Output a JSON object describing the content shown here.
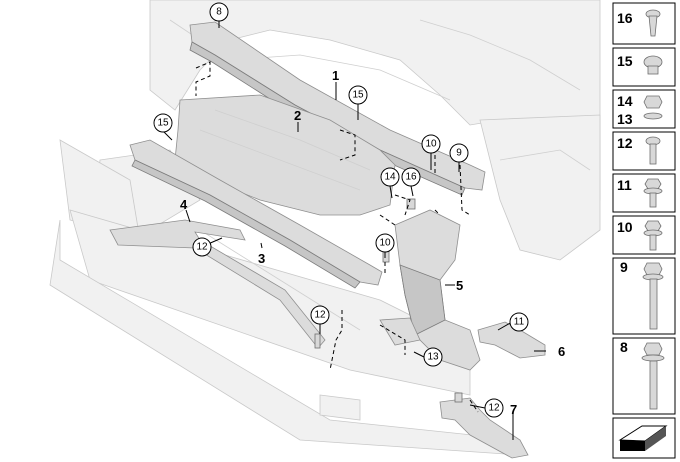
{
  "callouts": [
    {
      "id": "c-8",
      "label": "8"
    },
    {
      "id": "c-15a",
      "label": "15"
    },
    {
      "id": "c-15b",
      "label": "15"
    },
    {
      "id": "c-10a",
      "label": "10"
    },
    {
      "id": "c-9",
      "label": "9"
    },
    {
      "id": "c-14",
      "label": "14"
    },
    {
      "id": "c-16",
      "label": "16"
    },
    {
      "id": "c-12a",
      "label": "12"
    },
    {
      "id": "c-10b",
      "label": "10"
    },
    {
      "id": "c-12b",
      "label": "12"
    },
    {
      "id": "c-11",
      "label": "11"
    },
    {
      "id": "c-13",
      "label": "13"
    },
    {
      "id": "c-12c",
      "label": "12"
    }
  ],
  "part_labels": {
    "p1": "1",
    "p2": "2",
    "p3": "3",
    "p4": "4",
    "p5": "5",
    "p6": "6",
    "p7": "7"
  },
  "sidebar": {
    "items": [
      {
        "label": "16"
      },
      {
        "label": "15"
      },
      {
        "label": "14",
        "label2": "13"
      },
      {
        "label": "12"
      },
      {
        "label": "11"
      },
      {
        "label": "10"
      },
      {
        "label": "9"
      },
      {
        "label": "8"
      }
    ]
  }
}
